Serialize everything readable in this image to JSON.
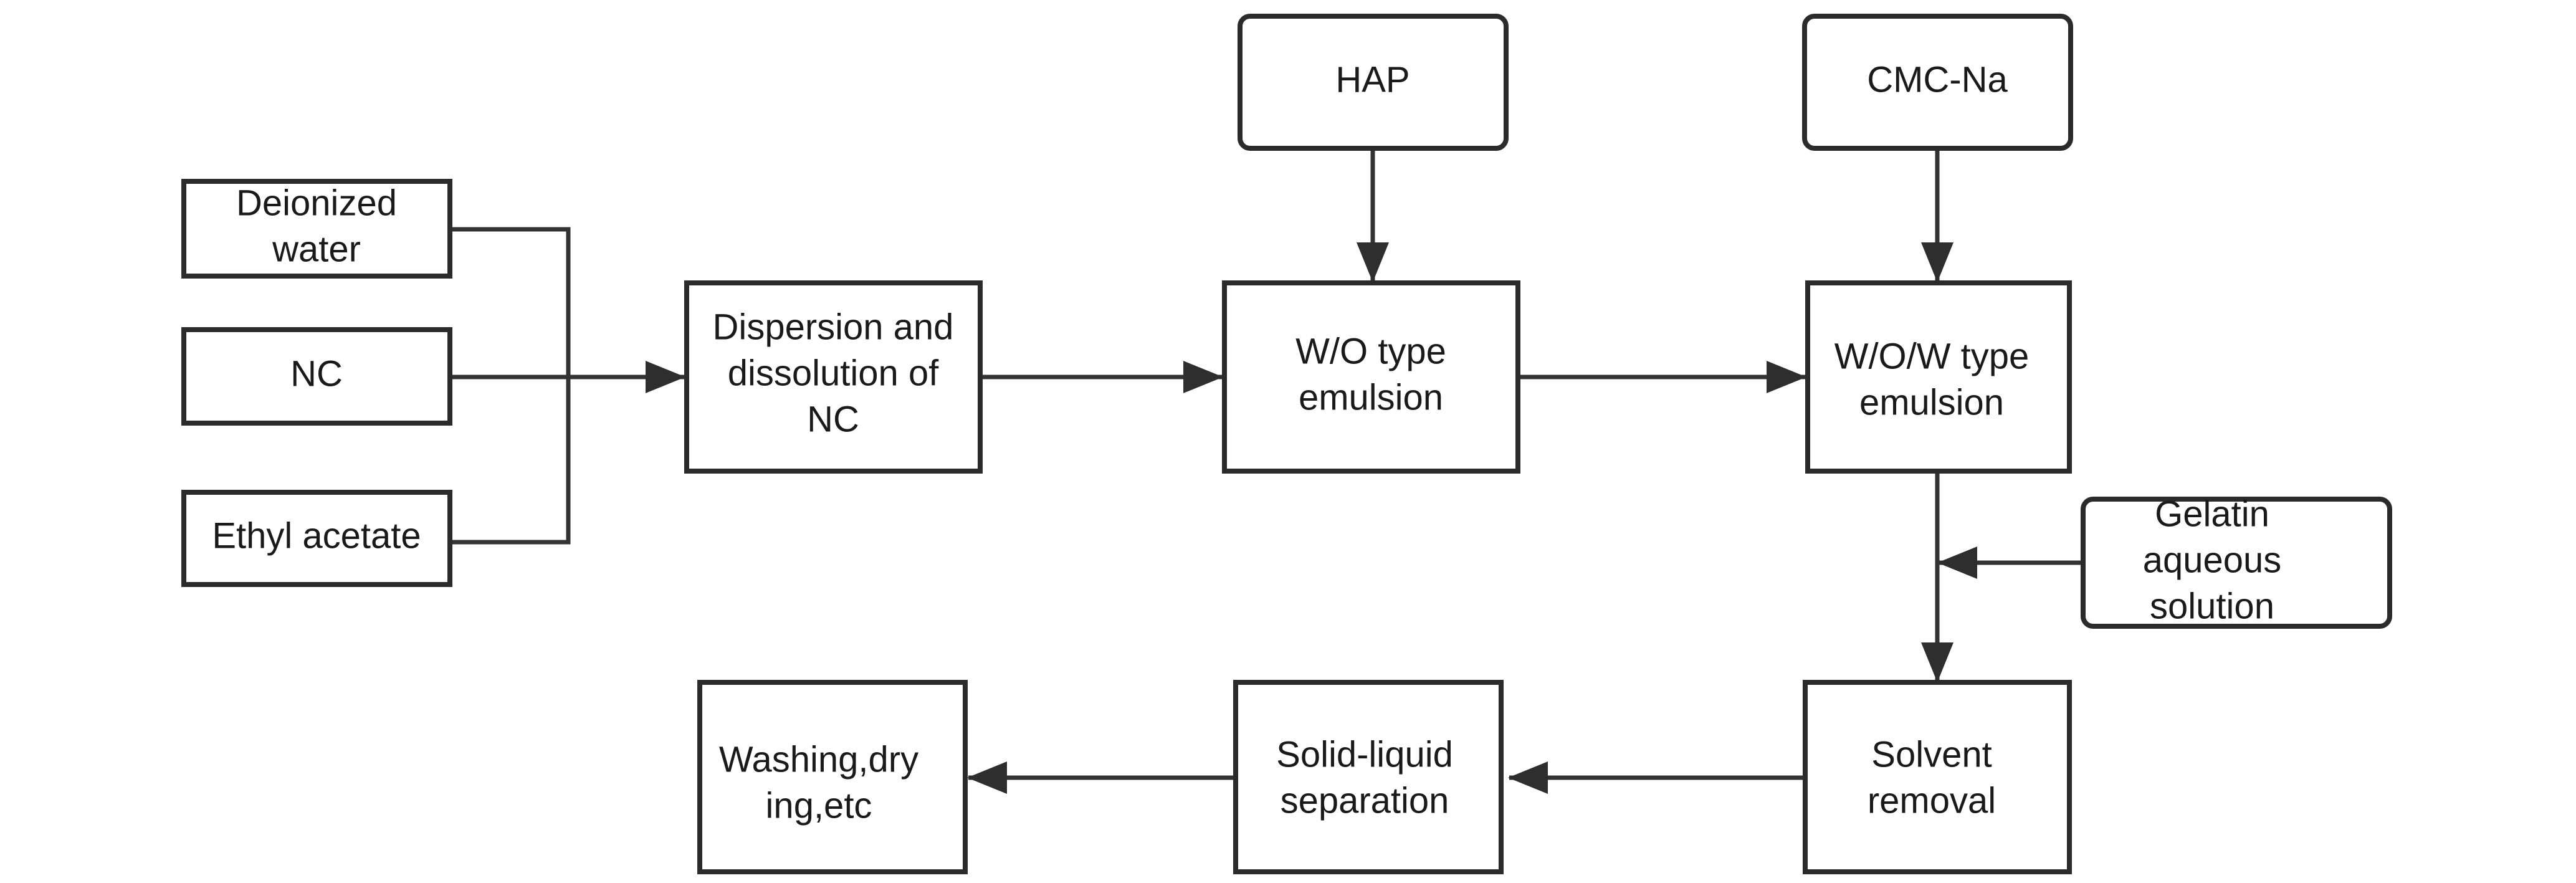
{
  "nodes": {
    "deionized_water": {
      "lines": [
        "Deionized",
        "water"
      ]
    },
    "nc": {
      "lines": [
        "NC"
      ]
    },
    "ethyl_acetate": {
      "lines": [
        "Ethyl acetate"
      ]
    },
    "dispersion": {
      "lines": [
        "Dispersion and",
        "dissolution of",
        "NC"
      ]
    },
    "hap": {
      "lines": [
        "HAP"
      ]
    },
    "wo_emulsion": {
      "lines": [
        "W/O type",
        "emulsion"
      ]
    },
    "cmc_na": {
      "lines": [
        "CMC-Na"
      ]
    },
    "wow_emulsion": {
      "lines": [
        "W/O/W type",
        "emulsion"
      ]
    },
    "gelatin": {
      "lines": [
        "Gelatin",
        "aqueous",
        "solution"
      ]
    },
    "solvent_removal": {
      "lines": [
        "Solvent",
        "removal"
      ]
    },
    "solid_liquid": {
      "lines": [
        "Solid-liquid",
        "separation"
      ]
    },
    "washing": {
      "lines": [
        "Washing,dry",
        "ing,etc"
      ]
    }
  },
  "edges": [
    [
      "deionized_water",
      "dispersion"
    ],
    [
      "nc",
      "dispersion"
    ],
    [
      "ethyl_acetate",
      "dispersion"
    ],
    [
      "dispersion",
      "wo_emulsion"
    ],
    [
      "hap",
      "wo_emulsion"
    ],
    [
      "wo_emulsion",
      "wow_emulsion"
    ],
    [
      "cmc_na",
      "wow_emulsion"
    ],
    [
      "wow_emulsion",
      "solvent_removal"
    ],
    [
      "gelatin",
      "wow_emulsion-solvent_removal"
    ],
    [
      "solvent_removal",
      "solid_liquid"
    ],
    [
      "solid_liquid",
      "washing"
    ]
  ],
  "colors": {
    "stroke": "#2b2b2b",
    "text": "#1a1a1a",
    "background": "#ffffff"
  }
}
